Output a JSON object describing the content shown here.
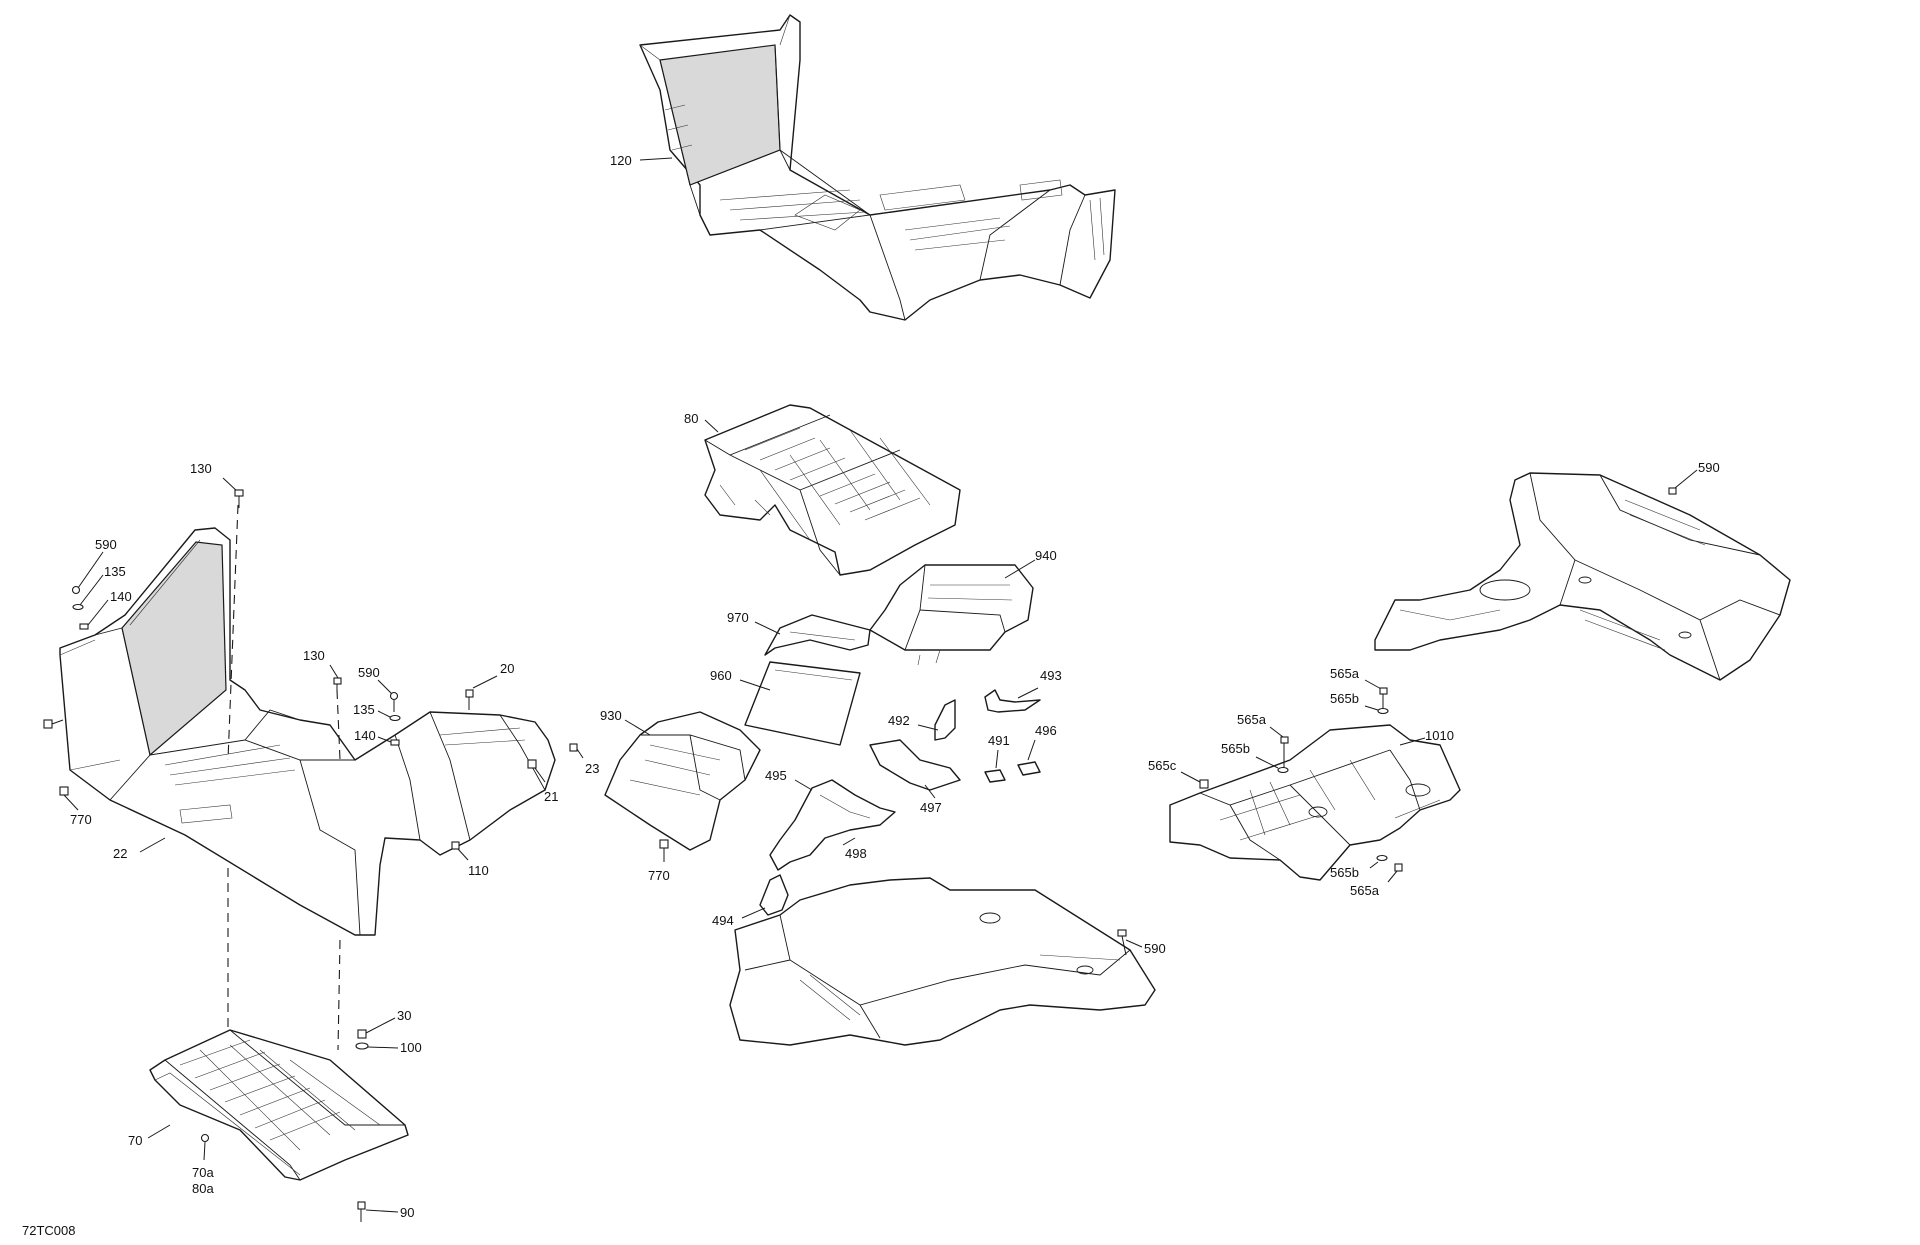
{
  "figure": {
    "reference_code": "72TC008"
  },
  "callouts": [
    "120",
    "80",
    "940",
    "970",
    "960",
    "930",
    "493",
    "492",
    "491",
    "496",
    "495",
    "497",
    "498",
    "770",
    "494",
    "590",
    "130",
    "135",
    "140",
    "20",
    "23",
    "22",
    "21",
    "110",
    "30",
    "100",
    "70",
    "70a",
    "80a",
    "90",
    "565a",
    "565b",
    "565c",
    "1010"
  ]
}
